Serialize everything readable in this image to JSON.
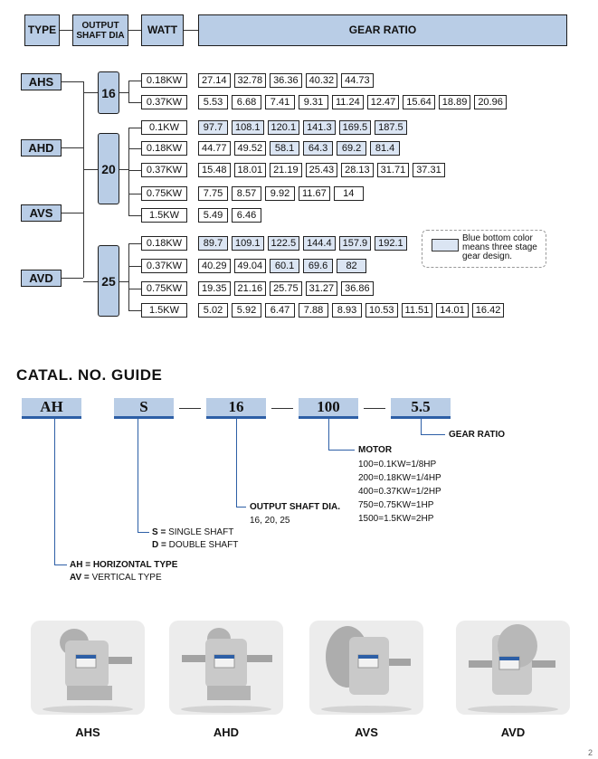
{
  "header": {
    "type": "TYPE",
    "output_shaft_dia": "OUTPUT SHAFT DIA",
    "watt": "WATT",
    "gear_ratio": "GEAR RATIO"
  },
  "types": [
    "AHS",
    "AHD",
    "AVS",
    "AVD"
  ],
  "shafts": [
    "16",
    "20",
    "25"
  ],
  "legend": {
    "text": "Blue bottom color means three stage gear design.",
    "swatch_color": "#dbe5f3"
  },
  "rows": [
    {
      "watt": "0.18KW",
      "ratios": [
        {
          "v": "27.14"
        },
        {
          "v": "32.78"
        },
        {
          "v": "36.36"
        },
        {
          "v": "40.32"
        },
        {
          "v": "44.73"
        }
      ]
    },
    {
      "watt": "0.37KW",
      "ratios": [
        {
          "v": "5.53"
        },
        {
          "v": "6.68"
        },
        {
          "v": "7.41"
        },
        {
          "v": "9.31"
        },
        {
          "v": "11.24"
        },
        {
          "v": "12.47"
        },
        {
          "v": "15.64"
        },
        {
          "v": "18.89"
        },
        {
          "v": "20.96"
        }
      ]
    },
    {
      "watt": "0.1KW",
      "ratios": [
        {
          "v": "97.7",
          "b": 1
        },
        {
          "v": "108.1",
          "b": 1
        },
        {
          "v": "120.1",
          "b": 1
        },
        {
          "v": "141.3",
          "b": 1
        },
        {
          "v": "169.5",
          "b": 1
        },
        {
          "v": "187.5",
          "b": 1
        }
      ]
    },
    {
      "watt": "0.18KW",
      "ratios": [
        {
          "v": "44.77"
        },
        {
          "v": "49.52"
        },
        {
          "v": "58.1",
          "b": 1
        },
        {
          "v": "64.3",
          "b": 1
        },
        {
          "v": "69.2",
          "b": 1
        },
        {
          "v": "81.4",
          "b": 1
        }
      ]
    },
    {
      "watt": "0.37KW",
      "ratios": [
        {
          "v": "15.48"
        },
        {
          "v": "18.01"
        },
        {
          "v": "21.19"
        },
        {
          "v": "25.43"
        },
        {
          "v": "28.13"
        },
        {
          "v": "31.71"
        },
        {
          "v": "37.31"
        }
      ]
    },
    {
      "watt": "0.75KW",
      "ratios": [
        {
          "v": "7.75"
        },
        {
          "v": "8.57"
        },
        {
          "v": "9.92"
        },
        {
          "v": "11.67"
        },
        {
          "v": "14"
        }
      ]
    },
    {
      "watt": "1.5KW",
      "ratios": [
        {
          "v": "5.49"
        },
        {
          "v": "6.46"
        }
      ]
    },
    {
      "watt": "0.18KW",
      "ratios": [
        {
          "v": "89.7",
          "b": 1
        },
        {
          "v": "109.1",
          "b": 1
        },
        {
          "v": "122.5",
          "b": 1
        },
        {
          "v": "144.4",
          "b": 1
        },
        {
          "v": "157.9",
          "b": 1
        },
        {
          "v": "192.1",
          "b": 1
        }
      ]
    },
    {
      "watt": "0.37KW",
      "ratios": [
        {
          "v": "40.29"
        },
        {
          "v": "49.04"
        },
        {
          "v": "60.1",
          "b": 1
        },
        {
          "v": "69.6",
          "b": 1
        },
        {
          "v": "82",
          "b": 1
        }
      ]
    },
    {
      "watt": "0.75KW",
      "ratios": [
        {
          "v": "19.35"
        },
        {
          "v": "21.16"
        },
        {
          "v": "25.75"
        },
        {
          "v": "31.27"
        },
        {
          "v": "36.86"
        }
      ]
    },
    {
      "watt": "1.5KW",
      "ratios": [
        {
          "v": "5.02"
        },
        {
          "v": "5.92"
        },
        {
          "v": "6.47"
        },
        {
          "v": "7.88"
        },
        {
          "v": "8.93"
        },
        {
          "v": "10.53"
        },
        {
          "v": "11.51"
        },
        {
          "v": "14.01"
        },
        {
          "v": "16.42"
        }
      ]
    }
  ],
  "guide": {
    "title": "CATAL. NO. GUIDE",
    "boxes": [
      "AH",
      "S",
      "16",
      "100",
      "5.5"
    ],
    "gear_ratio_label": "GEAR RATIO",
    "motor_label": "MOTOR",
    "motor_lines": [
      "100=0.1KW=1/8HP",
      "200=0.18KW=1/4HP",
      "400=0.37KW=1/2HP",
      "750=0.75KW=1HP",
      "1500=1.5KW=2HP"
    ],
    "shaft_label": "OUTPUT SHAFT DIA.",
    "shaft_values": "16, 20, 25",
    "s_code": "S =",
    "s_text": "SINGLE SHAFT",
    "d_code": "D =",
    "d_text": "DOUBLE SHAFT",
    "ah_line": "AH = HORIZONTAL TYPE",
    "av_code": "AV =",
    "av_text": "VERTICAL TYPE"
  },
  "products": [
    "AHS",
    "AHD",
    "AVS",
    "AVD"
  ],
  "page_number": "2"
}
